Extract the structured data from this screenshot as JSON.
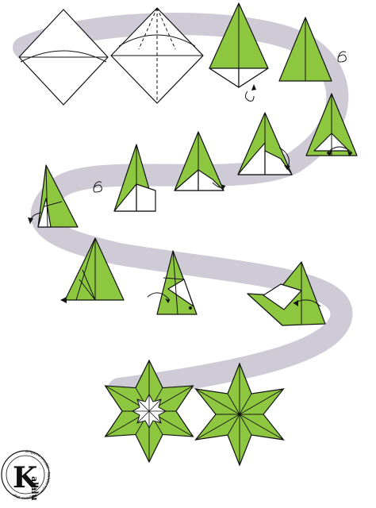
{
  "colors": {
    "paper_green": "#8dc63f",
    "paper_white": "#ffffff",
    "outline": "#111111",
    "path_band": "#cfcbd6"
  },
  "logo": {
    "letter": "K",
    "name": "alalu",
    "ring_text": "origami model · kalalu.com · origami star"
  }
}
